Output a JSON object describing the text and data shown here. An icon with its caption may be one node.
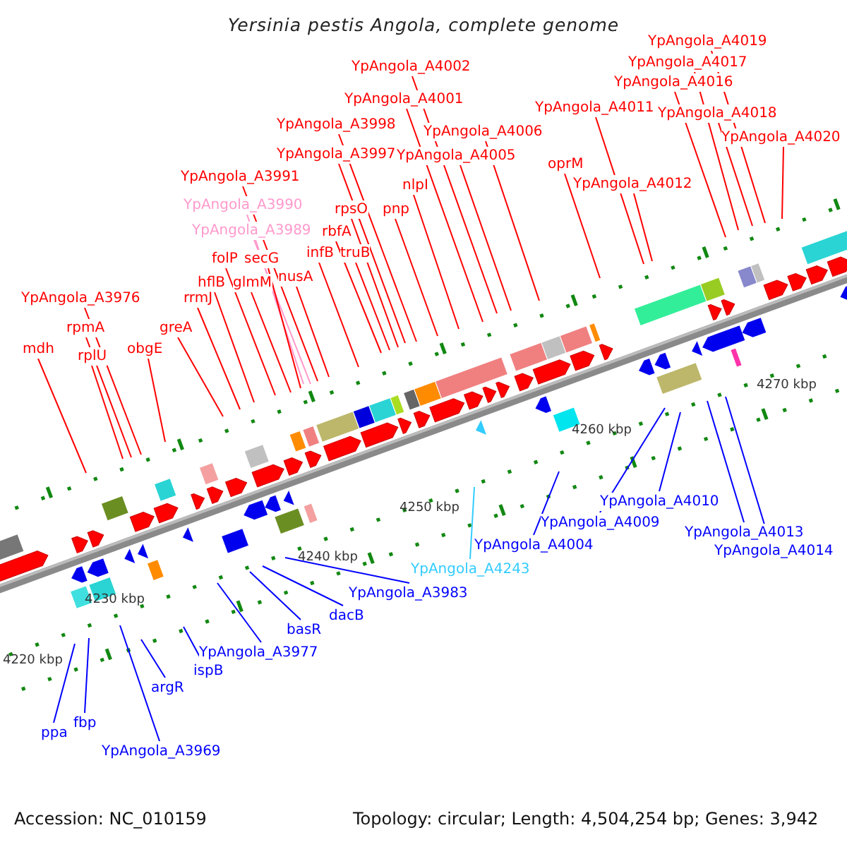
{
  "diagram": {
    "title": "Yersinia pestis Angola, complete genome",
    "nodes": [
      {
        "text": [
          "YpAngola_A4019"
        ]
      },
      {
        "text": [
          "YpAngola_A4017"
        ]
      },
      {
        "text": [
          "YpAngola_A4002"
        ]
      },
      {
        "text": [
          "YpAngola_A4016"
        ]
      },
      {
        "text": [
          "YpAngola_A4001"
        ]
      },
      {
        "text": [
          "YpAngola_A4011"
        ]
      },
      {
        "text": [
          "YpAngola_A4018"
        ]
      },
      {
        "text": [
          "YpAngola_A3998"
        ]
      },
      {
        "text": [
          "YpAngola_A4006"
        ]
      },
      {
        "text": [
          "YpAngola_A4020"
        ]
      },
      {
        "text": [
          "YpAngola_A3997"
        ]
      },
      {
        "text": [
          "YpAngola_A4005"
        ]
      },
      {
        "text": [
          "oprM"
        ]
      },
      {
        "text": [
          "YpAngola_A3991"
        ]
      },
      {
        "text": [
          "nlpI"
        ]
      },
      {
        "text": [
          "YpAngola_A4012"
        ]
      },
      {
        "text": [
          "YpAngola_A3990"
        ]
      },
      {
        "text": [
          "rpsO"
        ]
      },
      {
        "text": [
          "pnp"
        ]
      },
      {
        "text": [
          "YpAngola_A3989"
        ]
      },
      {
        "text": [
          "rbfA"
        ]
      },
      {
        "text": [
          "infB"
        ]
      },
      {
        "text": [
          "truB"
        ]
      },
      {
        "text": [
          "folP"
        ]
      },
      {
        "text": [
          "secG"
        ]
      },
      {
        "text": [
          "nusA"
        ]
      },
      {
        "text": [
          "hflB"
        ]
      },
      {
        "text": [
          "glmM"
        ]
      },
      {
        "text": [
          "YpAngola_A3976"
        ]
      },
      {
        "text": [
          "rrmJ"
        ]
      },
      {
        "text": [
          "rpmA"
        ]
      },
      {
        "text": [
          "greA"
        ]
      },
      {
        "text": [
          "mdh"
        ]
      },
      {
        "text": [
          "obgE"
        ]
      },
      {
        "text": [
          "rplU"
        ]
      },
      {
        "text": [
          "YpAngola_A4010"
        ]
      },
      {
        "text": [
          "YpAngola_A4009"
        ]
      },
      {
        "text": [
          "YpAngola_A4013"
        ]
      },
      {
        "text": [
          "YpAngola_A4004"
        ]
      },
      {
        "text": [
          "YpAngola_A4014"
        ]
      },
      {
        "text": [
          "YpAngola_A4243"
        ]
      },
      {
        "text": [
          "YpAngola_A3983"
        ]
      },
      {
        "text": [
          "dacB"
        ]
      },
      {
        "text": [
          "basR"
        ]
      },
      {
        "text": [
          "YpAngola_A3977"
        ]
      },
      {
        "text": [
          "ispB"
        ]
      },
      {
        "text": [
          "argR"
        ]
      },
      {
        "text": [
          "fbp"
        ]
      },
      {
        "text": [
          "ppa"
        ]
      },
      {
        "text": [
          "YpAngola_A3969"
        ]
      }
    ],
    "edges": [
      {
        "from": 0,
        "to": null,
        "arrow": "none"
      },
      {
        "from": 1,
        "to": null,
        "arrow": "none"
      },
      {
        "from": 2,
        "to": null,
        "arrow": "none"
      },
      {
        "from": 3,
        "to": null,
        "arrow": "none"
      },
      {
        "from": 4,
        "to": null,
        "arrow": "none"
      },
      {
        "from": 5,
        "to": null,
        "arrow": "none"
      },
      {
        "from": 6,
        "to": null,
        "arrow": "none"
      },
      {
        "from": 7,
        "to": null,
        "arrow": "none"
      },
      {
        "from": 8,
        "to": null,
        "arrow": "none"
      },
      {
        "from": 9,
        "to": null,
        "arrow": "none"
      },
      {
        "from": 10,
        "to": null,
        "arrow": "none"
      },
      {
        "from": 11,
        "to": null,
        "arrow": "none"
      },
      {
        "from": 12,
        "to": null,
        "arrow": "none"
      },
      {
        "from": 13,
        "to": null,
        "arrow": "none"
      },
      {
        "from": 14,
        "to": null,
        "arrow": "none"
      },
      {
        "from": 15,
        "to": null,
        "arrow": "none"
      },
      {
        "from": 16,
        "to": null,
        "arrow": "none",
        "color": "#ff99cc"
      },
      {
        "from": 17,
        "to": null,
        "arrow": "none"
      },
      {
        "from": 18,
        "to": null,
        "arrow": "none"
      },
      {
        "from": 19,
        "to": null,
        "arrow": "none",
        "color": "#ff99cc"
      },
      {
        "from": 20,
        "to": null,
        "arrow": "none"
      },
      {
        "from": 21,
        "to": null,
        "arrow": "none"
      },
      {
        "from": 22,
        "to": null,
        "arrow": "none"
      },
      {
        "from": 23,
        "to": null,
        "arrow": "none"
      },
      {
        "from": 24,
        "to": null,
        "arrow": "none"
      },
      {
        "from": 25,
        "to": null,
        "arrow": "none"
      },
      {
        "from": 26,
        "to": null,
        "arrow": "none"
      },
      {
        "from": 27,
        "to": null,
        "arrow": "none"
      },
      {
        "from": 28,
        "to": null,
        "arrow": "none"
      },
      {
        "from": 29,
        "to": null,
        "arrow": "none"
      },
      {
        "from": 30,
        "to": null,
        "arrow": "none"
      },
      {
        "from": 31,
        "to": null,
        "arrow": "none"
      },
      {
        "from": 32,
        "to": null,
        "arrow": "none"
      },
      {
        "from": 33,
        "to": null,
        "arrow": "none"
      },
      {
        "from": 34,
        "to": null,
        "arrow": "none"
      },
      {
        "from": 35,
        "to": null,
        "arrow": "none",
        "color": "#0000ff"
      },
      {
        "from": 36,
        "to": null,
        "arrow": "none",
        "color": "#0000ff"
      },
      {
        "from": 37,
        "to": null,
        "arrow": "none",
        "color": "#0000ff"
      },
      {
        "from": 38,
        "to": null,
        "arrow": "none",
        "color": "#0000ff"
      },
      {
        "from": 39,
        "to": null,
        "arrow": "none",
        "color": "#0000ff"
      },
      {
        "from": 40,
        "to": null,
        "arrow": "none",
        "color": "#33ccff"
      },
      {
        "from": 41,
        "to": null,
        "arrow": "none",
        "color": "#0000ff"
      },
      {
        "from": 42,
        "to": null,
        "arrow": "none",
        "color": "#0000ff"
      },
      {
        "from": 43,
        "to": null,
        "arrow": "none",
        "color": "#0000ff"
      },
      {
        "from": 44,
        "to": null,
        "arrow": "none",
        "color": "#0000ff"
      },
      {
        "from": 45,
        "to": null,
        "arrow": "none",
        "color": "#0000ff"
      },
      {
        "from": 46,
        "to": null,
        "arrow": "none",
        "color": "#0000ff"
      },
      {
        "from": 47,
        "to": null,
        "arrow": "none",
        "color": "#0000ff"
      },
      {
        "from": 48,
        "to": null,
        "arrow": "none",
        "color": "#0000ff"
      },
      {
        "from": 49,
        "to": null,
        "arrow": "none",
        "color": "#0000ff"
      }
    ],
    "labels": [
      "4220 kbp",
      "4230 kbp",
      "4240 kbp",
      "4250 kbp",
      "4260 kbp",
      "4270 kbp",
      "Accession: NC_010159",
      "Topology: circular; Length: 4,504,254 bp; Genes: 3,942"
    ]
  }
}
